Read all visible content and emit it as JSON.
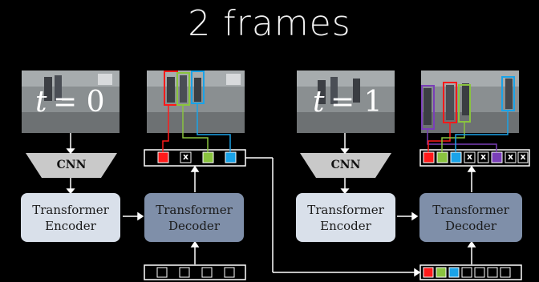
{
  "title": "2 frames",
  "frame1": {
    "t_var": "t",
    "t_eq": "= 0",
    "cnn_label": "CNN",
    "encoder_line1": "Transformer",
    "encoder_line2": "Encoder",
    "decoder_line1": "Transformer",
    "decoder_line2": "Decoder"
  },
  "frame2": {
    "t_var": "t",
    "t_eq": "= 1",
    "cnn_label": "CNN",
    "encoder_line1": "Transformer",
    "encoder_line2": "Encoder",
    "decoder_line1": "Transformer",
    "decoder_line2": "Decoder"
  },
  "query_mark": "x",
  "colors": {
    "red": "#ff1a1a",
    "green": "#8ac43f",
    "blue": "#1aa3e8",
    "purple": "#7a3fb8",
    "encoder": "#d9e0ea",
    "decoder": "#7f8fa9",
    "cnn": "#c9c9c9"
  }
}
